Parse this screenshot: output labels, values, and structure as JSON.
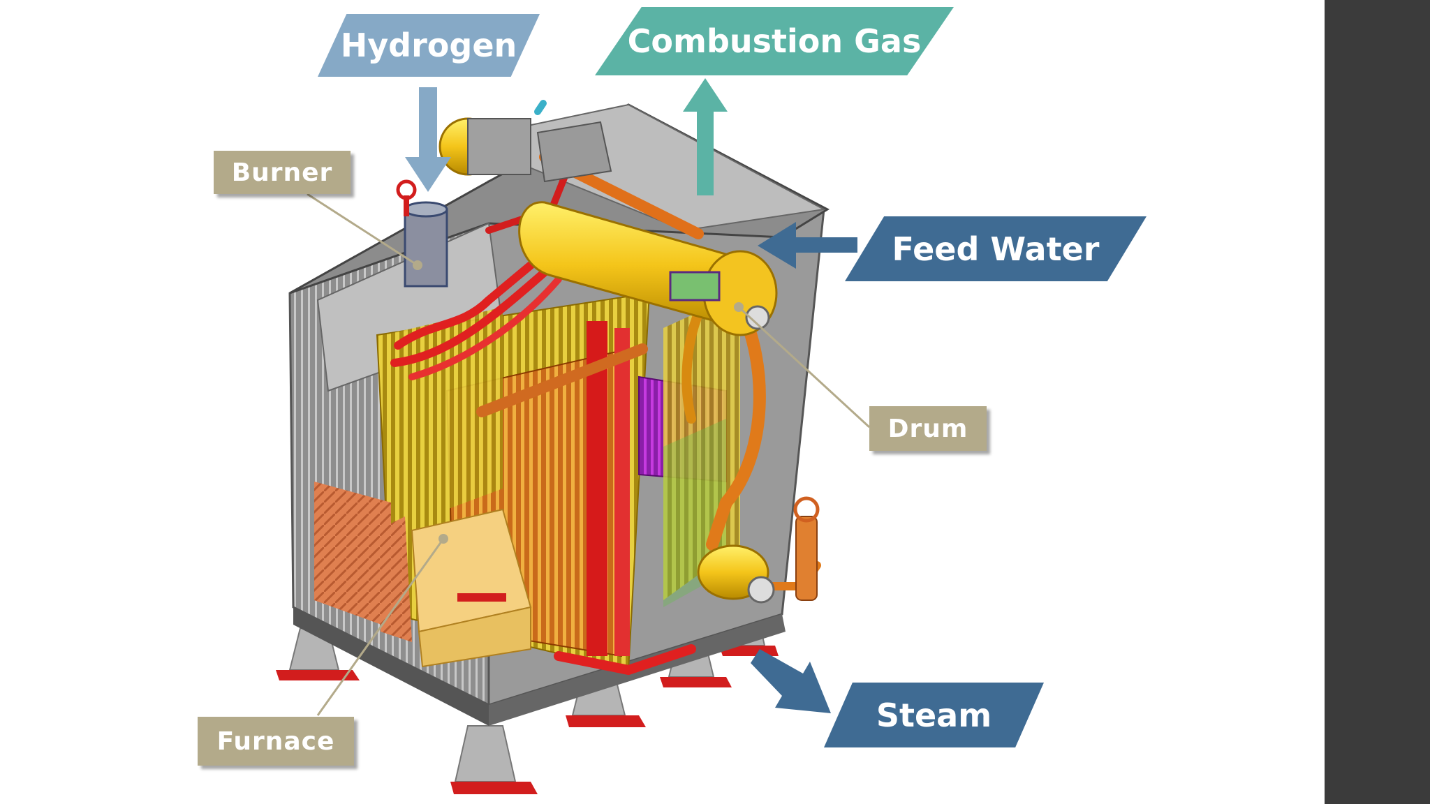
{
  "labels": {
    "hydrogen": "Hydrogen",
    "combustion_gas": "Combustion Gas",
    "burner": "Burner",
    "feed_water": "Feed Water",
    "drum": "Drum",
    "furnace": "Furnace",
    "steam": "Steam"
  },
  "colors": {
    "hydrogen": "#86a9c6",
    "combustion_gas": "#5bb3a5",
    "feed_water": "#3f6b93",
    "steam": "#3f6b93",
    "callout_tan": "#b3aa8a",
    "side_panel": "#3b3b3b"
  }
}
